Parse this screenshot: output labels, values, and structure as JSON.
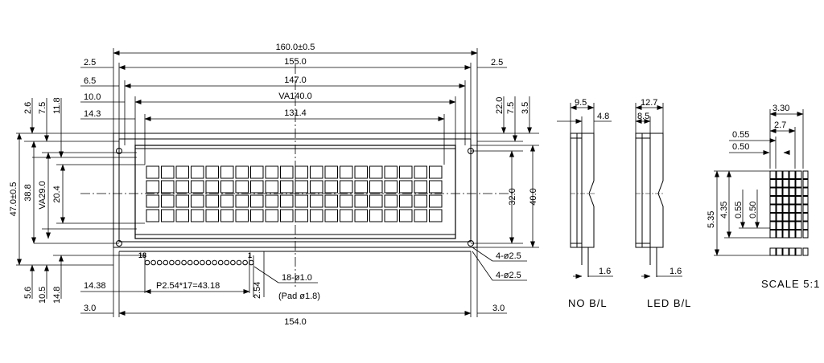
{
  "front": {
    "top_dims": {
      "overall": "160.0±0.5",
      "pcb": "155.0",
      "bezel": "147.0",
      "va": "VA140.0",
      "aa": "131.4"
    },
    "left_dims": [
      "2.5",
      "6.5",
      "10.0",
      "14.3"
    ],
    "right_dims": [
      "2.5"
    ],
    "top_left_vertical": [
      "2.6",
      "7.5",
      "11.8"
    ],
    "top_right_vertical": [
      "22.0",
      "7.5",
      "3.5"
    ],
    "left_height": {
      "overall": "47.0±0.5",
      "bezel": "38.8",
      "va": "VA29.0",
      "aa": "20.4"
    },
    "right_height": {
      "holes": "32.0",
      "pcb": "40.0"
    },
    "bottom_left_vertical": [
      "5.6",
      "10.5",
      "14.8"
    ],
    "bottom_dims": {
      "pin_offset": "14.38",
      "pitch": "P2.54*17=43.18",
      "pin_row": "2.54",
      "hole_offset_left": "3.0",
      "hole_offset_right": "3.0",
      "hole_span": "154.0"
    },
    "pins": {
      "first": "1",
      "last": "18"
    },
    "pin_holes": {
      "count_dia": "18-ø1.0",
      "pad": "(Pad ø1.8)"
    },
    "mount_holes": [
      "4-ø2.5",
      "4-ø2.5"
    ]
  },
  "side_no_bl": {
    "caption": "NO B/L",
    "width": "9.5",
    "offset": "4.8",
    "pcb": "1.6"
  },
  "side_led_bl": {
    "caption": "LED B/L",
    "width": "12.7",
    "offset": "8.5",
    "pcb": "1.6"
  },
  "char_detail": {
    "width": "3.30",
    "dot_width_total": "2.7",
    "pitch_x": "0.55",
    "dot_x": "0.50",
    "height": "5.35",
    "dot_height_total": "4.35",
    "pitch_y": "0.55",
    "dot_y": "0.50",
    "scale": "SCALE 5:1"
  }
}
